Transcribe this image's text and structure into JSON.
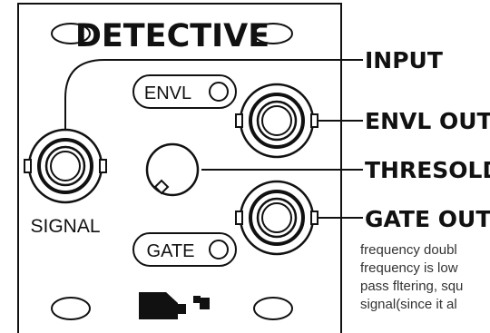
{
  "module": {
    "title": "DETECTIVE",
    "jacks": {
      "signal_label": "SIGNAL"
    },
    "buttons": {
      "envl_label": "ENVL",
      "gate_label": "GATE"
    }
  },
  "callouts": {
    "input": "INPUT",
    "envl_out": "ENVL OUT",
    "threshold": "THRESOLD",
    "gate_out": "GATE OUT"
  },
  "description": {
    "lines": [
      "frequency doubl",
      "frequency is low",
      "pass fltering, squ",
      "signal(since it al"
    ]
  },
  "colors": {
    "ink": "#111111",
    "panel": "#ffffff",
    "description_text": "#333333"
  }
}
